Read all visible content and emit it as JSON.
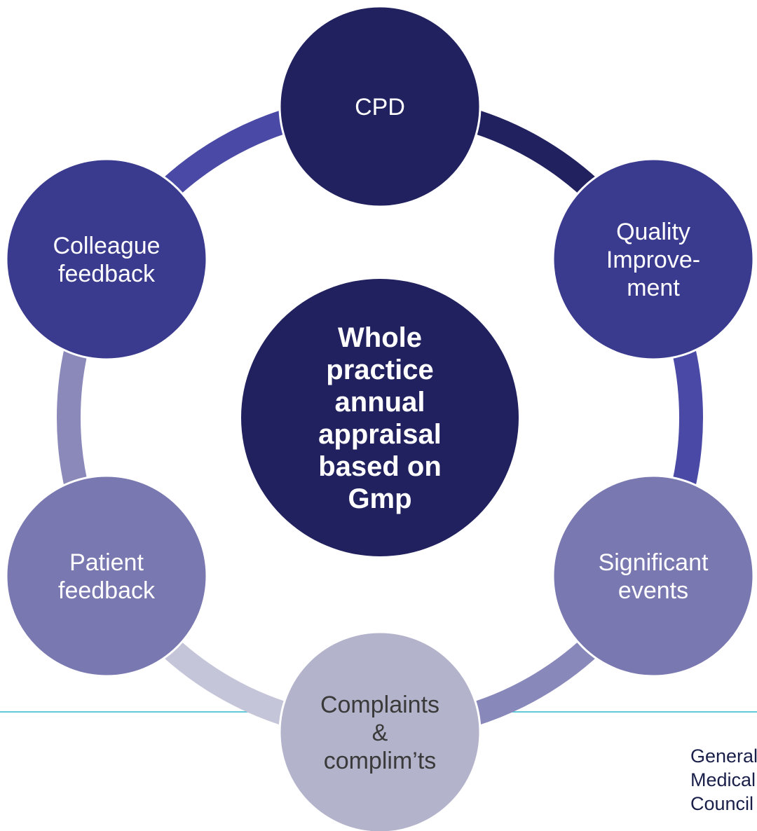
{
  "diagram": {
    "center": {
      "lines": [
        "Whole",
        "practice",
        "annual",
        "appraisal",
        "based on",
        "Gmp"
      ],
      "color": "#22215f",
      "text_color": "#ffffff"
    },
    "nodes": [
      {
        "id": "cpd",
        "lines": [
          "CPD"
        ],
        "color": "#22215f",
        "text_color": "#ffffff"
      },
      {
        "id": "quality-improvement",
        "lines": [
          "Quality",
          "Improve-",
          "ment"
        ],
        "color": "#3a3a8e",
        "text_color": "#ffffff"
      },
      {
        "id": "significant-events",
        "lines": [
          "Significant",
          "events"
        ],
        "color": "#7a78b1",
        "text_color": "#ffffff"
      },
      {
        "id": "complaints",
        "lines": [
          "Complaints",
          "&",
          "complim’ts"
        ],
        "color": "#b3b3cb",
        "text_color": "#3a3a3a"
      },
      {
        "id": "patient-feedback",
        "lines": [
          "Patient",
          "feedback"
        ],
        "color": "#7a78b1",
        "text_color": "#ffffff"
      },
      {
        "id": "colleague-feedback",
        "lines": [
          "Colleague",
          "feedback"
        ],
        "color": "#3a3a8e",
        "text_color": "#ffffff"
      }
    ],
    "connectors": [
      {
        "from": "cpd",
        "to": "quality-improvement",
        "color": "#22215f"
      },
      {
        "from": "quality-improvement",
        "to": "significant-events",
        "color": "#4a4aa6"
      },
      {
        "from": "significant-events",
        "to": "complaints",
        "color": "#8988bb"
      },
      {
        "from": "complaints",
        "to": "patient-feedback",
        "color": "#c5c5d9"
      },
      {
        "from": "patient-feedback",
        "to": "colleague-feedback",
        "color": "#8a89ba"
      },
      {
        "from": "colleague-feedback",
        "to": "cpd",
        "color": "#4a4aa6"
      }
    ]
  },
  "footer": {
    "rule_color": "#2fb7c8",
    "logo_lines": [
      "General",
      "Medical",
      "Council"
    ]
  }
}
